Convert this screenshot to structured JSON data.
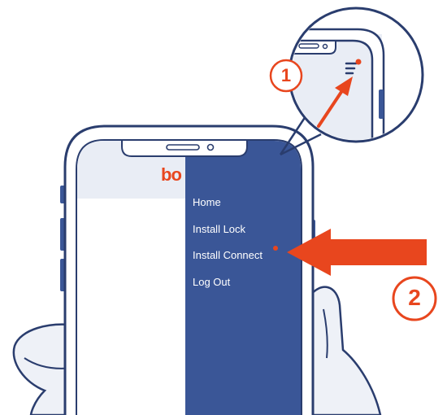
{
  "colors": {
    "outline": "#2a3d6e",
    "menu_bg": "#3a5697",
    "accent": "#e8461e",
    "screen_top": "#e9edf5",
    "hand_fill": "#eef1f7"
  },
  "app": {
    "logo_text": "bo",
    "menu_icon": "hamburger-menu-icon"
  },
  "menu": {
    "items": [
      {
        "label": "Home"
      },
      {
        "label": "Install Lock"
      },
      {
        "label": "Install Connect",
        "has_notification": true
      },
      {
        "label": "Log Out"
      }
    ]
  },
  "steps": {
    "one": "1",
    "two": "2"
  }
}
